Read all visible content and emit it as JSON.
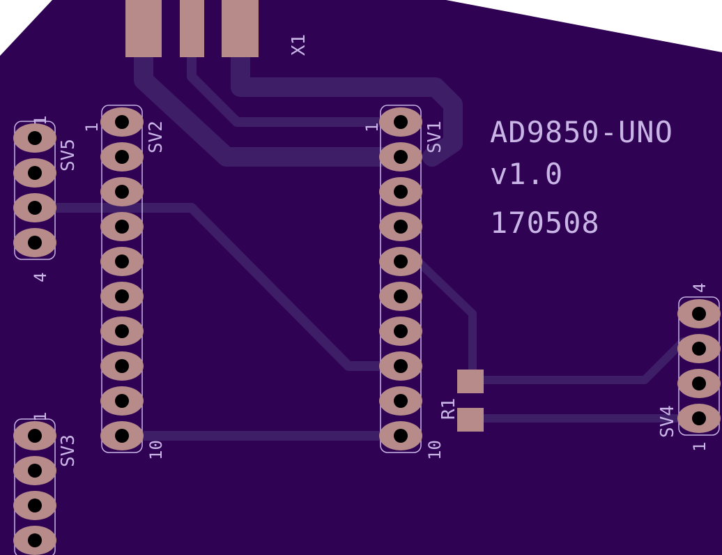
{
  "board": {
    "title": "AD9850-UNO",
    "version": "v1.0",
    "date": "170508"
  },
  "components": {
    "x1": "X1",
    "sv1": "SV1",
    "sv2": "SV2",
    "sv3": "SV3",
    "sv4": "SV4",
    "sv5": "SV5",
    "r1": "R1"
  },
  "pin_labels": {
    "sv1_first": "1",
    "sv1_last": "10",
    "sv2_first": "1",
    "sv2_last": "10",
    "sv3_first": "1",
    "sv4_first": "1",
    "sv4_last": "4",
    "sv5_first": "1",
    "sv5_last": "4"
  },
  "colors": {
    "board": "#2f0253",
    "trace": "#3f1e68",
    "copper": "#b68b8a",
    "drill": "#000000",
    "silkscreen": "#c9b6e6"
  }
}
